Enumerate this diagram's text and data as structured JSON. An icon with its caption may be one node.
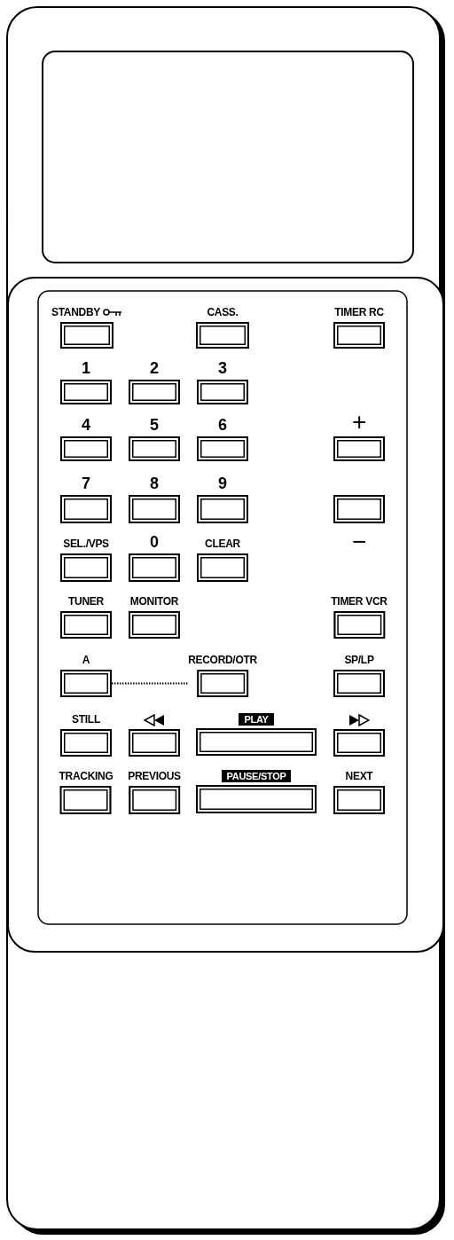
{
  "diagram": {
    "nodes": [
      {
        "text": [
          "STANDBY"
        ]
      },
      {
        "text": [
          "CASS."
        ]
      },
      {
        "text": [
          "TIMER RC"
        ]
      },
      {
        "text": [
          "1"
        ]
      },
      {
        "text": [
          "2"
        ]
      },
      {
        "text": [
          "3"
        ]
      },
      {
        "text": [
          "+"
        ]
      },
      {
        "text": [
          "4"
        ]
      },
      {
        "text": [
          "5"
        ]
      },
      {
        "text": [
          "6"
        ]
      },
      {
        "text": [
          "7"
        ]
      },
      {
        "text": [
          "8"
        ]
      },
      {
        "text": [
          "9"
        ]
      },
      {
        "text": [
          "−"
        ]
      },
      {
        "text": [
          "SEL./VPS"
        ]
      },
      {
        "text": [
          "0"
        ]
      },
      {
        "text": [
          "CLEAR"
        ]
      },
      {
        "text": [
          "TUNER"
        ]
      },
      {
        "text": [
          "MONITOR"
        ]
      },
      {
        "text": [
          "TIMER VCR"
        ]
      },
      {
        "text": [
          "A"
        ]
      },
      {
        "text": [
          "RECORD/OTR"
        ]
      },
      {
        "text": [
          "SP/LP"
        ]
      },
      {
        "text": [
          "STILL"
        ]
      },
      {
        "text": [],
        "shape": "box"
      },
      {
        "text": [
          "PLAY"
        ]
      },
      {
        "text": [],
        "shape": "box"
      },
      {
        "text": [
          "TRACKING"
        ]
      },
      {
        "text": [
          "PREVIOUS"
        ]
      },
      {
        "text": [
          "PAUSE/STOP"
        ]
      },
      {
        "text": [
          "NEXT"
        ]
      }
    ],
    "edges": [
      {
        "from": 20,
        "to": 21,
        "arrow": "none",
        "style": "dashed"
      }
    ]
  }
}
